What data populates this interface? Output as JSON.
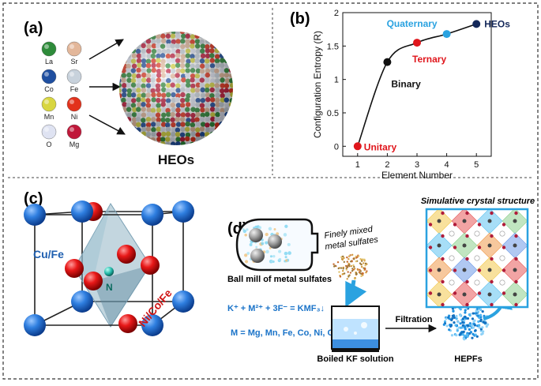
{
  "panel_a": {
    "label": "(a)",
    "elements": [
      "La",
      "Sr",
      "Co",
      "Fe",
      "Mn",
      "Ni",
      "O",
      "Mg"
    ],
    "colors": [
      "#2e8b3a",
      "#e3b79a",
      "#1f4fa0",
      "#c8d2dc",
      "#d8d640",
      "#e2321c",
      "#dfe3f2",
      "#c0183a"
    ],
    "sphere_label": "HEOs"
  },
  "panel_b": {
    "label": "(b)"
  },
  "panel_c": {
    "label": "(c)",
    "site_a": "Cu/Fe",
    "site_b": "Ni/Co/Fe",
    "center": "N"
  },
  "panel_d": {
    "label": "(d)",
    "mill_caption": "Ball mill of metal sulfates",
    "mixed_label_1": "Finely mixed",
    "mixed_label_2": "metal sulfates",
    "equation": "K⁺ + M²⁺ + 3F⁻ = KMF₃↓",
    "metals": "M  = Mg, Mn, Fe, Co, Ni, Cu, Zn",
    "beaker_caption": "Boiled KF solution",
    "filtration": "Filtration",
    "product": "HEPFs",
    "crystal_title": "Simulative crystal structure"
  },
  "chart_data": {
    "type": "line",
    "x": [
      1,
      2,
      3,
      4,
      5
    ],
    "values": [
      0,
      1.26,
      1.55,
      1.68,
      1.83
    ],
    "point_labels": [
      "Unitary",
      "Binary",
      "Ternary",
      "Quaternary",
      "HEOs"
    ],
    "point_colors": [
      "#e0161c",
      "#111111",
      "#e0161c",
      "#2aa2e0",
      "#14285a"
    ],
    "label_colors": [
      "#e0161c",
      "#111111",
      "#e0161c",
      "#2aa2e0",
      "#14285a"
    ],
    "xlabel": "Element Number",
    "ylabel": "Configuration Entropy (R)",
    "xticks": [
      1,
      2,
      3,
      4,
      5
    ],
    "yticks": [
      0,
      0.5,
      1,
      1.5,
      2
    ],
    "ytick_labels": [
      "0",
      "0.5",
      "1",
      "1.5",
      "2"
    ],
    "xlim": [
      0.5,
      5.5
    ],
    "ylim": [
      -0.15,
      2
    ],
    "grid": false
  }
}
